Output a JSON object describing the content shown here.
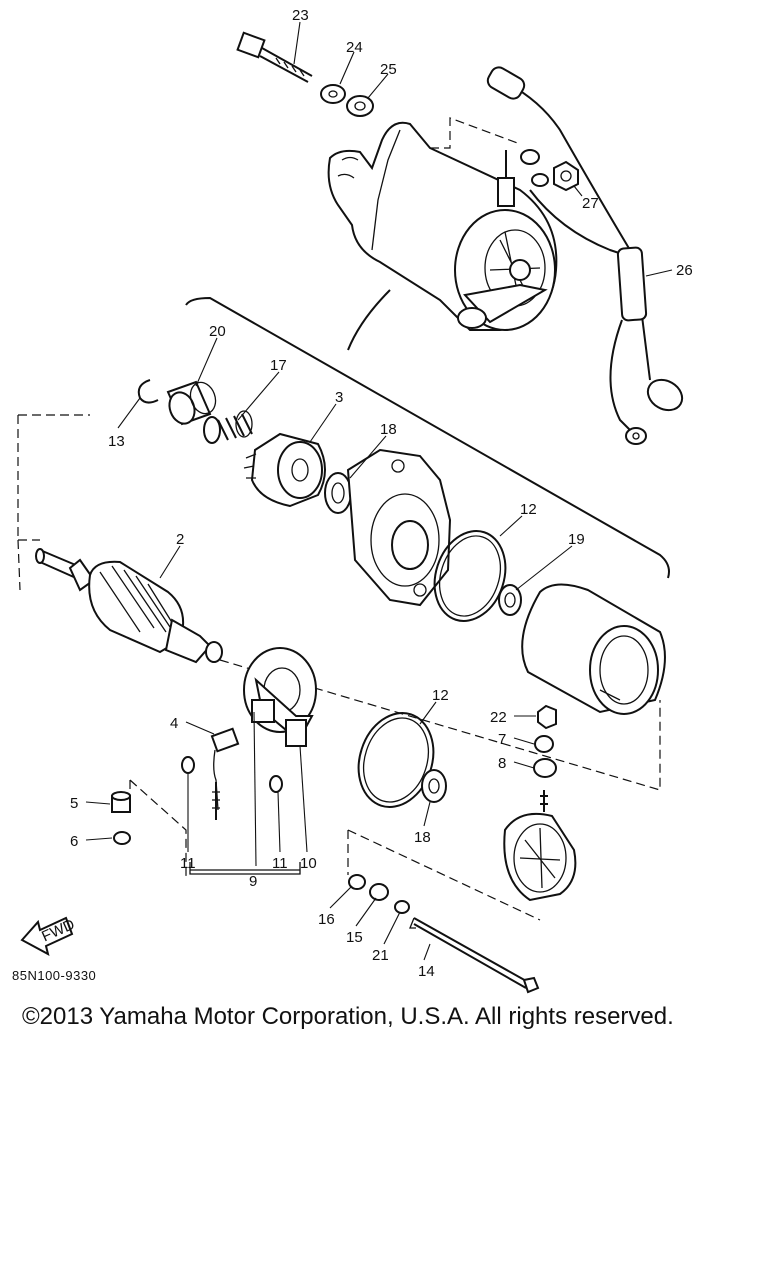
{
  "diagram": {
    "callouts": [
      "23",
      "24",
      "25",
      "26",
      "27",
      "20",
      "17",
      "3",
      "13",
      "18",
      "12",
      "19",
      "2",
      "4",
      "22",
      "7",
      "8",
      "5",
      "6",
      "11",
      "11",
      "10",
      "9",
      "12",
      "18",
      "16",
      "15",
      "21",
      "14"
    ],
    "fwd_label": "FWD"
  },
  "footer": {
    "diagram_code": "85N100-9330",
    "copyright": "©2013 Yamaha Motor Corporation, U.S.A. All rights reserved."
  }
}
